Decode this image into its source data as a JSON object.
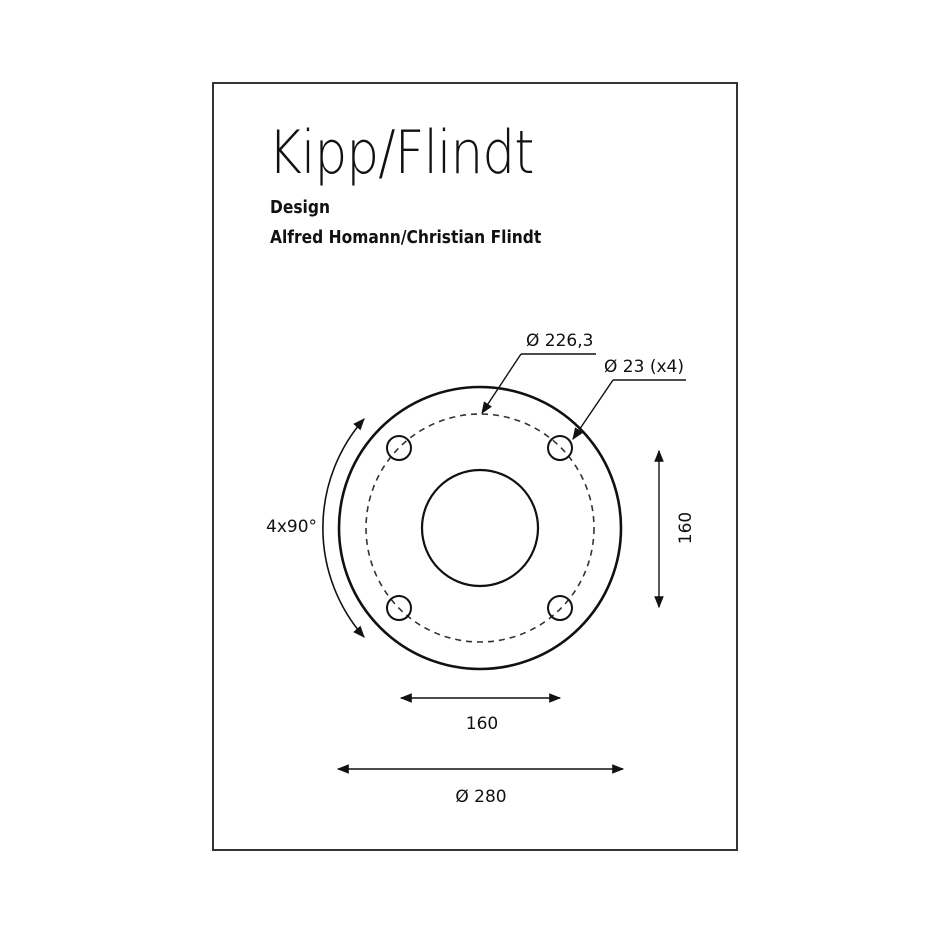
{
  "header": {
    "title": "Kipp/Flindt",
    "subtitle_label": "Design",
    "designers": "Alfred Homann/Christian Flindt"
  },
  "drawing": {
    "type": "base plate top view",
    "labels": {
      "bolt_circle_diameter": "Ø 226,3",
      "hole_diameter": "Ø 23 (x4)",
      "angular_spacing": "4x90°",
      "vertical_hole_spacing": "160",
      "horizontal_hole_spacing": "160",
      "outer_diameter": "Ø 280"
    },
    "colors": {
      "line": "#111111",
      "border": "#333333",
      "background": "#ffffff"
    }
  }
}
